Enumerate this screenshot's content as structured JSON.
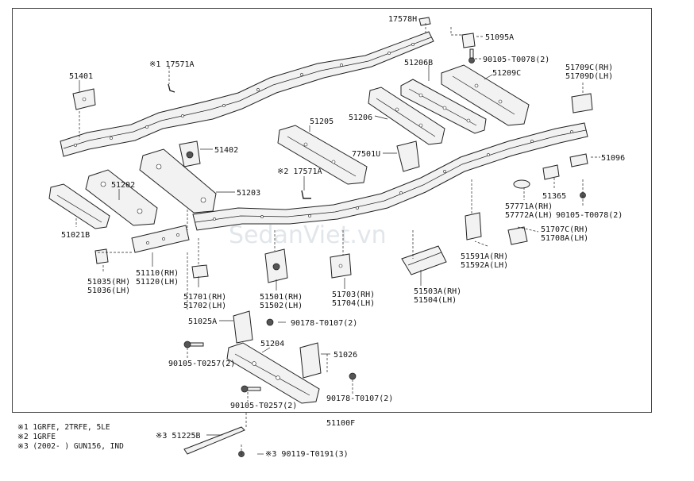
{
  "labels": {
    "p17578H": "17578H",
    "p51095A": "51095A",
    "p90105_T0078_top": "90105-T0078(2)",
    "p51206B": "51206B",
    "p51209C": "51209C",
    "p51709C": "51709C(RH)",
    "p51709D": "51709D(LH)",
    "p17571A_1": "※1 17571A",
    "p51401": "51401",
    "p51205": "51205",
    "p51206": "51206",
    "p77501U": "77501U",
    "p51402": "51402",
    "p51096": "51096",
    "p17571A_2": "※2 17571A",
    "p51202": "51202",
    "p51203": "51203",
    "p51365": "51365",
    "p57771A": "57771A(RH)",
    "p57772A": "57772A(LH)",
    "p90105_T0078_right": "90105-T0078(2)",
    "p51021B": "51021B",
    "p51707C": "51707C(RH)",
    "p51708A": "51708A(LH)",
    "p51591A": "51591A(RH)",
    "p51592A": "51592A(LH)",
    "p51035": "51035(RH)",
    "p51036": "51036(LH)",
    "p51110": "51110(RH)",
    "p51120": "51120(LH)",
    "p51701": "51701(RH)",
    "p51702": "51702(LH)",
    "p51501": "51501(RH)",
    "p51502": "51502(LH)",
    "p51703": "51703(RH)",
    "p51704": "51704(LH)",
    "p51503A": "51503A(RH)",
    "p51504": "51504(LH)",
    "p51025A": "51025A",
    "p90178_T0107_a": "90178-T0107(2)",
    "p51204": "51204",
    "p51026": "51026",
    "p90105_T0257_a": "90105-T0257(2)",
    "p90178_T0107_b": "90178-T0107(2)",
    "p90105_T0257_b": "90105-T0257(2)",
    "p51100F": "51100F",
    "p51225B": "※3 51225B",
    "p90119": "※3 90119-T0191(3)"
  },
  "footnotes": [
    "※1 1GRFE, 2TRFE, 5LE",
    "※2 1GRFE",
    "※3 (2002-      ) GUN156, IND"
  ],
  "watermark": "SedanViet.vn"
}
